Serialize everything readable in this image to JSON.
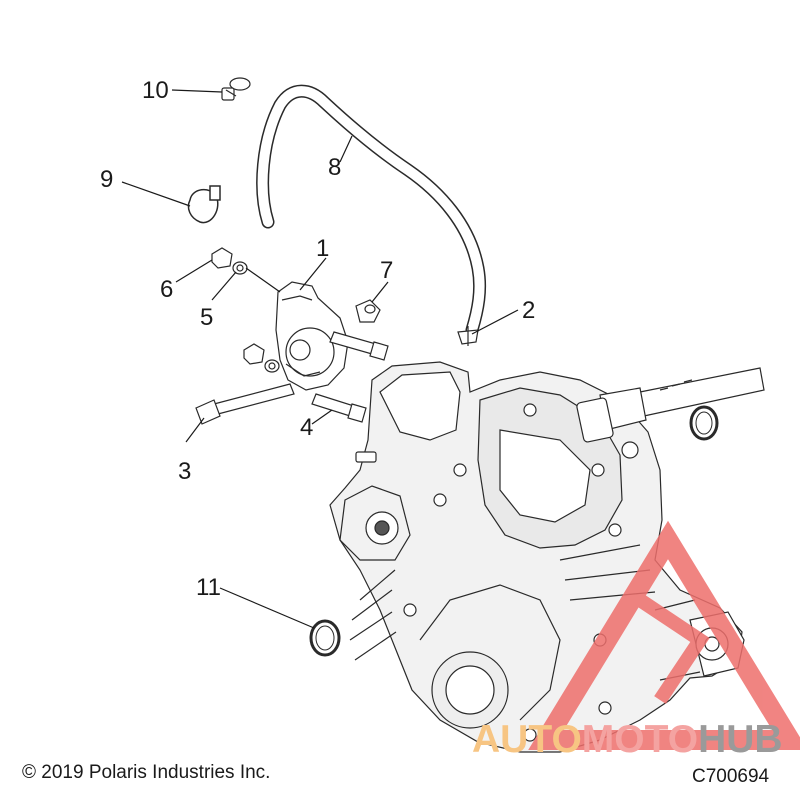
{
  "callouts": [
    {
      "label": "1"
    },
    {
      "label": "2"
    },
    {
      "label": "3"
    },
    {
      "label": "4"
    },
    {
      "label": "5"
    },
    {
      "label": "6"
    },
    {
      "label": "7"
    },
    {
      "label": "8"
    },
    {
      "label": "9"
    },
    {
      "label": "10"
    },
    {
      "label": "11"
    }
  ],
  "footer": {
    "copyright": "© 2019 Polaris Industries Inc.",
    "drawing_number": "C700694"
  },
  "watermark": {
    "parts": [
      "AUTO",
      "MOTO",
      "HUB"
    ],
    "colors": {
      "auto": "#f7c583",
      "moto": "#f4a3a1",
      "hub": "#9a9a9a",
      "triangle": "#ee6f6c"
    }
  },
  "colors": {
    "line": "#1a1a1a",
    "part_fill": "#ffffff",
    "housing_shade": "#e6e6e6"
  }
}
